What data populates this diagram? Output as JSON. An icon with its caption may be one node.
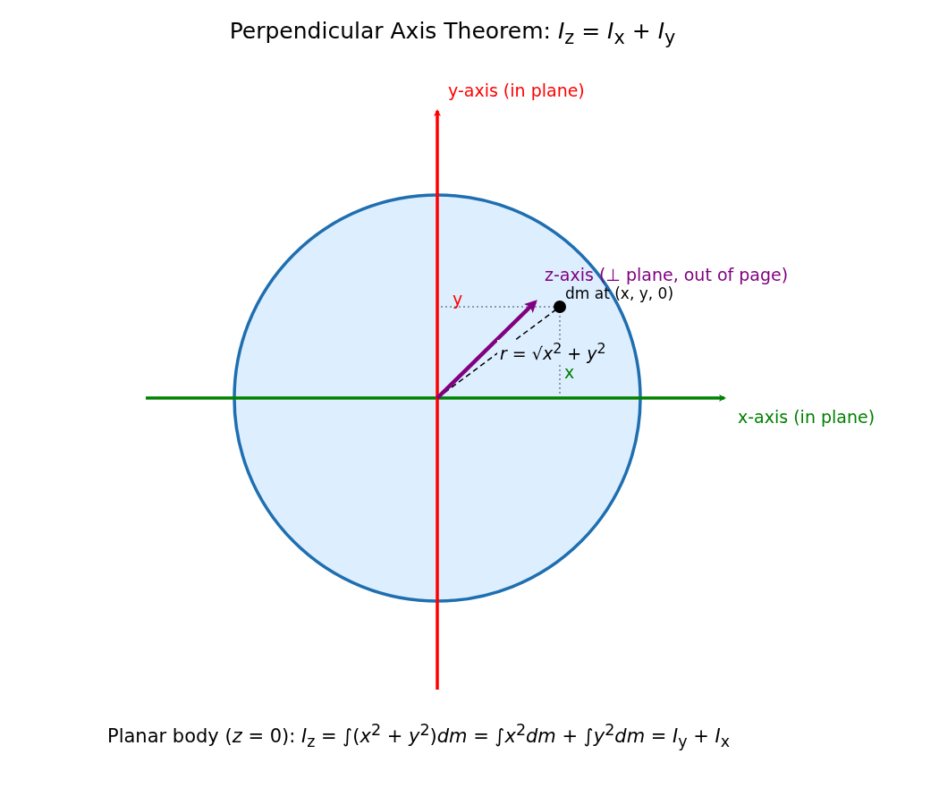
{
  "diagram": {
    "title": "Perpendicular Axis Theorem:  *I*$_{z}$ = *I*$_{x}$ + *I*$_{y}$",
    "caption": "Planar body (*z* = 0):  *I*$_{z}$ = ∫(*x*$^{2}$ + *y*$^{2}$)*dm* = ∫*x*$^{2}$*dm* + ∫*y*$^{2}$*dm* = *I*$_{y}$ + *I*$_{x}$",
    "labels": [
      "y-axis (in plane)",
      "z-axis (⊥ plane, out of page)",
      "y",
      "dm at (x, y, 0)",
      "*r* = √*x*$^{2}$ + *y*$^{2}$",
      "x",
      "x-axis  (in plane)"
    ]
  }
}
